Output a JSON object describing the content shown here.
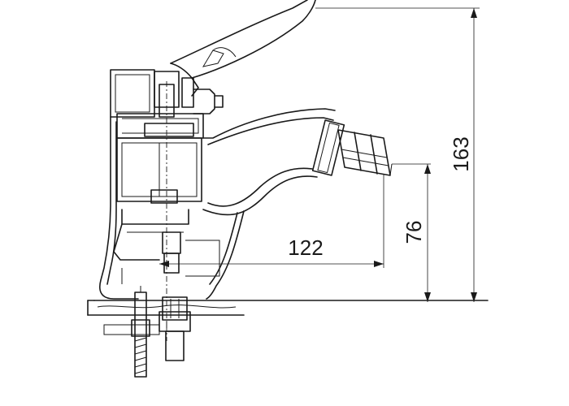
{
  "dimensions": {
    "total_height": "163",
    "spout_height": "76",
    "reach": "122"
  },
  "colors": {
    "line": "#1a1a1a",
    "background": "#ffffff"
  }
}
